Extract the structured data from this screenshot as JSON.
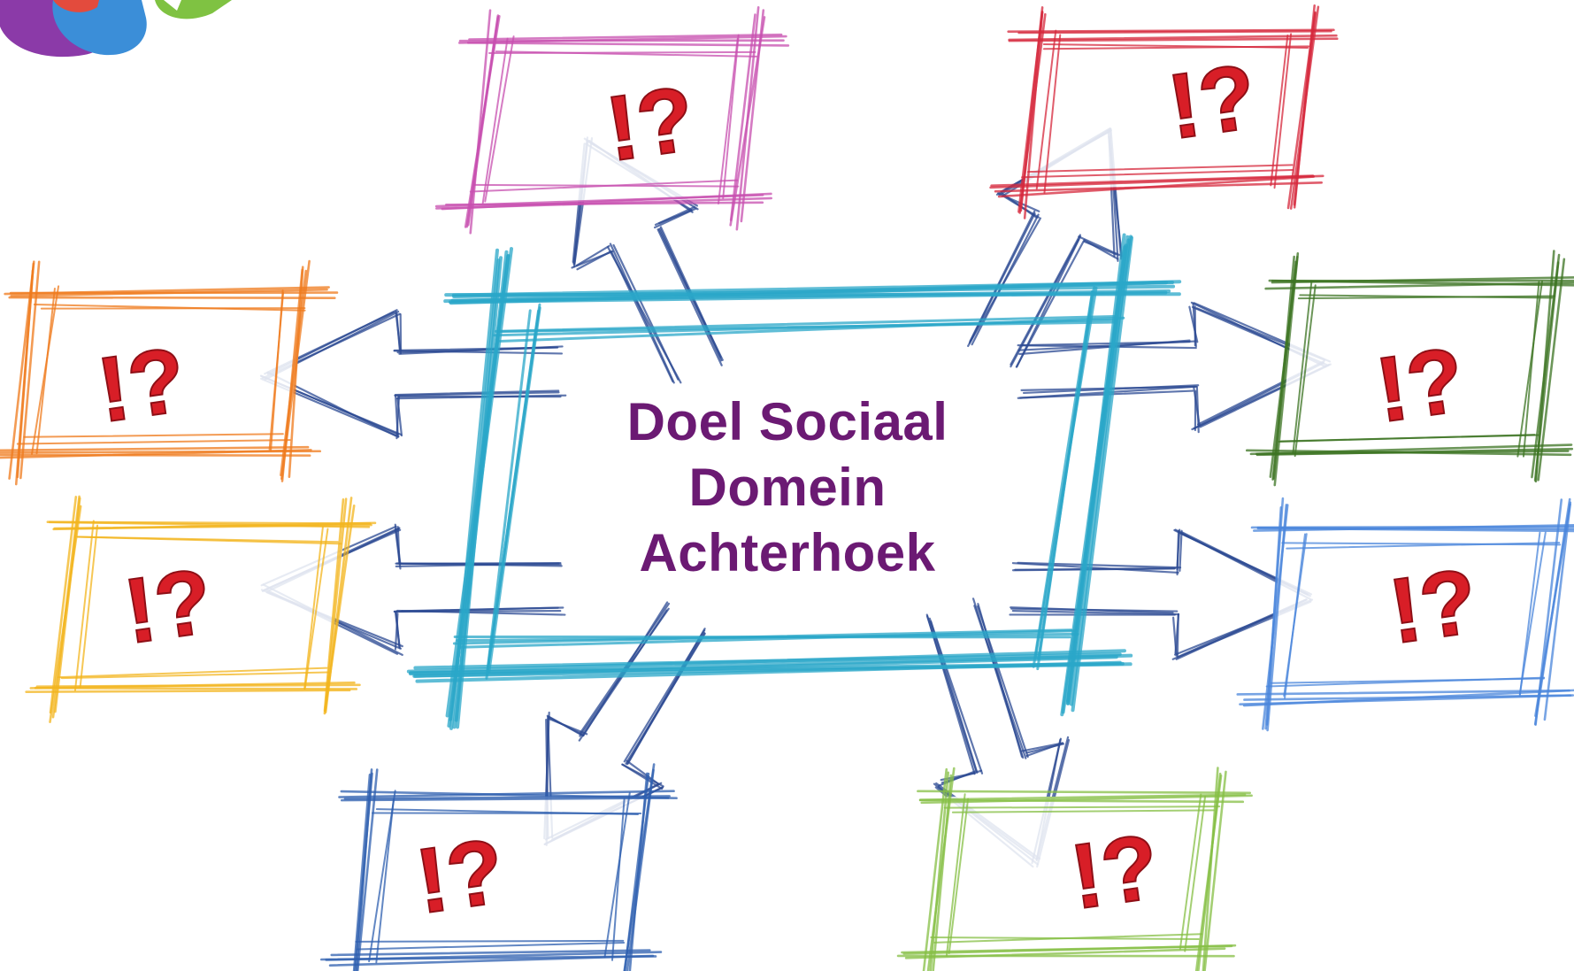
{
  "center": {
    "line1": "Doel Sociaal",
    "line2": "Domein",
    "line3": "Achterhoek",
    "color": "#6b1a73",
    "frame_color": "#2aa7c9"
  },
  "node_symbol": "!?",
  "symbol_color": "#d81e27",
  "arrow_color": "#2c4a93",
  "nodes": [
    {
      "id": "pink",
      "color": "#c84fb0"
    },
    {
      "id": "red",
      "color": "#d6283c"
    },
    {
      "id": "orange",
      "color": "#ef7a1c"
    },
    {
      "id": "darkgreen",
      "color": "#3c7422"
    },
    {
      "id": "yellow",
      "color": "#f3b51d"
    },
    {
      "id": "blue",
      "color": "#4a86dc"
    },
    {
      "id": "navy",
      "color": "#2e5fb0"
    },
    {
      "id": "lightgreen",
      "color": "#86bf45"
    }
  ],
  "logo": {
    "icon": "colorful-blob-logo",
    "colors": [
      "#8b3aa8",
      "#3b8ed8",
      "#7fc242",
      "#e34b3d"
    ]
  }
}
